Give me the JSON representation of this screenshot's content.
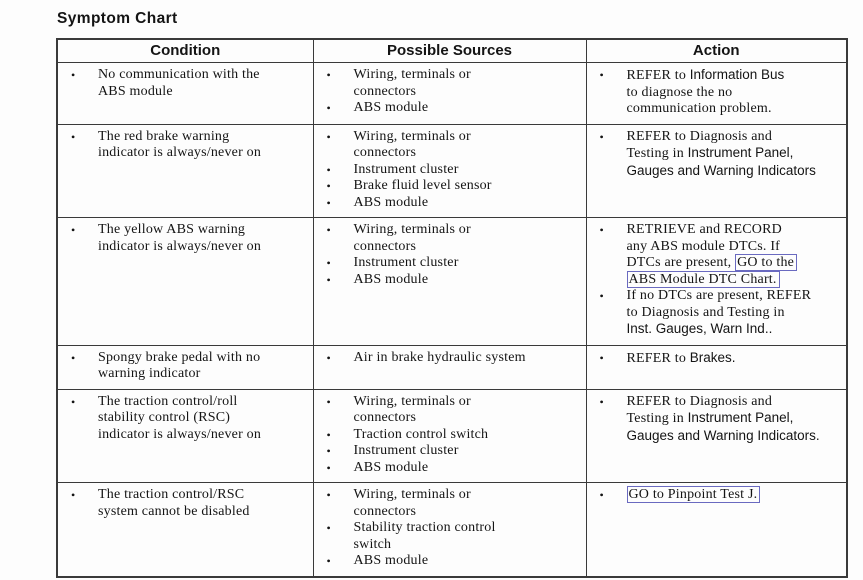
{
  "title": "Symptom Chart",
  "bullet_glyph": "•",
  "colors": {
    "link_box": "#6a6ac0",
    "table_border": "#3a3a3a",
    "text": "#141414",
    "page_bg": "#fdfdfd"
  },
  "table": {
    "headers": [
      "Condition",
      "Possible Sources",
      "Action"
    ],
    "rows": [
      {
        "condition": [
          [
            {
              "t": "No communication with the\nABS module"
            }
          ]
        ],
        "sources": [
          [
            {
              "t": "Wiring, terminals or\nconnectors"
            }
          ],
          [
            {
              "t": "ABS module"
            }
          ]
        ],
        "action": [
          [
            {
              "t": "REFER to "
            },
            {
              "t": "Information Bus",
              "f": "sans"
            },
            {
              "t": "\nto diagnose the no\ncommunication problem."
            }
          ]
        ]
      },
      {
        "condition": [
          [
            {
              "t": "The red brake warning\nindicator is always/never on"
            }
          ]
        ],
        "sources": [
          [
            {
              "t": "Wiring, terminals or\nconnectors"
            }
          ],
          [
            {
              "t": "Instrument cluster"
            }
          ],
          [
            {
              "t": "Brake fluid level sensor"
            }
          ],
          [
            {
              "t": "ABS module"
            }
          ]
        ],
        "action": [
          [
            {
              "t": "REFER to Diagnosis and\nTesting in "
            },
            {
              "t": "Instrument Panel,\nGauges and Warning Indicators",
              "f": "sans"
            }
          ]
        ]
      },
      {
        "condition": [
          [
            {
              "t": "The yellow ABS warning\nindicator is always/never on"
            }
          ]
        ],
        "sources": [
          [
            {
              "t": "Wiring, terminals or\nconnectors"
            }
          ],
          [
            {
              "t": "Instrument cluster"
            }
          ],
          [
            {
              "t": "ABS module"
            }
          ]
        ],
        "action": [
          [
            {
              "t": "RETRIEVE and RECORD\nany ABS module DTCs. If\nDTCs are present, "
            },
            {
              "t": "GO to the\nABS Module DTC Chart.",
              "link": true
            }
          ],
          [
            {
              "t": "If no DTCs are present, REFER\nto Diagnosis and Testing in\n"
            },
            {
              "t": "Inst. Gauges, Warn Ind..",
              "f": "sans"
            }
          ]
        ]
      },
      {
        "condition": [
          [
            {
              "t": "Spongy brake pedal with no\nwarning indicator"
            }
          ]
        ],
        "sources": [
          [
            {
              "t": "Air in brake hydraulic system"
            }
          ]
        ],
        "action": [
          [
            {
              "t": "REFER to "
            },
            {
              "t": "Brakes.",
              "f": "sans"
            }
          ]
        ]
      },
      {
        "condition": [
          [
            {
              "t": "The traction control/roll\nstability control (RSC)\nindicator is always/never on"
            }
          ]
        ],
        "sources": [
          [
            {
              "t": "Wiring, terminals or\nconnectors"
            }
          ],
          [
            {
              "t": "Traction control switch"
            }
          ],
          [
            {
              "t": "Instrument cluster"
            }
          ],
          [
            {
              "t": "ABS module"
            }
          ]
        ],
        "action": [
          [
            {
              "t": "REFER to Diagnosis and\nTesting in "
            },
            {
              "t": "Instrument Panel,\nGauges and Warning Indicators.",
              "f": "sans"
            }
          ]
        ]
      },
      {
        "condition": [
          [
            {
              "t": "The traction control/RSC\nsystem cannot be disabled"
            }
          ]
        ],
        "sources": [
          [
            {
              "t": "Wiring, terminals or\nconnectors"
            }
          ],
          [
            {
              "t": "Stability traction control\nswitch"
            }
          ],
          [
            {
              "t": "ABS module"
            }
          ]
        ],
        "action": [
          [
            {
              "t": "GO to Pinpoint Test J.",
              "link": true
            }
          ]
        ]
      }
    ]
  }
}
